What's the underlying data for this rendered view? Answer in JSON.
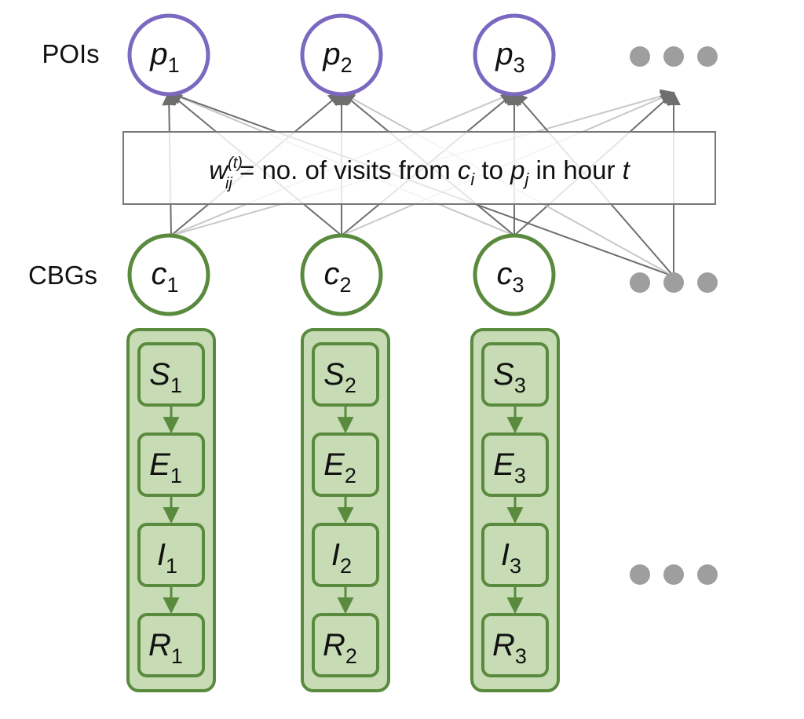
{
  "row_labels": {
    "pois": "POIs",
    "cbgs": "CBGs"
  },
  "poi_nodes": [
    {
      "letter": "p",
      "index": "1"
    },
    {
      "letter": "p",
      "index": "2"
    },
    {
      "letter": "p",
      "index": "3"
    }
  ],
  "cbg_nodes": [
    {
      "letter": "c",
      "index": "1"
    },
    {
      "letter": "c",
      "index": "2"
    },
    {
      "letter": "c",
      "index": "3"
    }
  ],
  "compartments": [
    {
      "S": "1",
      "E": "1",
      "I": "1",
      "R": "1"
    },
    {
      "S": "2",
      "E": "2",
      "I": "2",
      "R": "2"
    },
    {
      "S": "3",
      "E": "3",
      "I": "3",
      "R": "3"
    }
  ],
  "compartment_letters": [
    "S",
    "E",
    "I",
    "R"
  ],
  "weight_caption": {
    "w": "w",
    "w_sup": "(t)",
    "w_sub": "ij",
    "text1": " = no. of visits from ",
    "c": "c",
    "c_sub": "i",
    "text2": " to ",
    "p": "p",
    "p_sub": "j",
    "text3": " in hour ",
    "t": "t"
  },
  "colors": {
    "poi_stroke": "#7b68c0",
    "cbg_stroke": "#5a8a3e",
    "compartment_fill": "#c7dcb5",
    "compartment_stroke": "#5a8a3e",
    "edge_dark": "#6e6e6e",
    "edge_light": "#c8c8c8",
    "ellipsis": "#9e9e9e"
  }
}
